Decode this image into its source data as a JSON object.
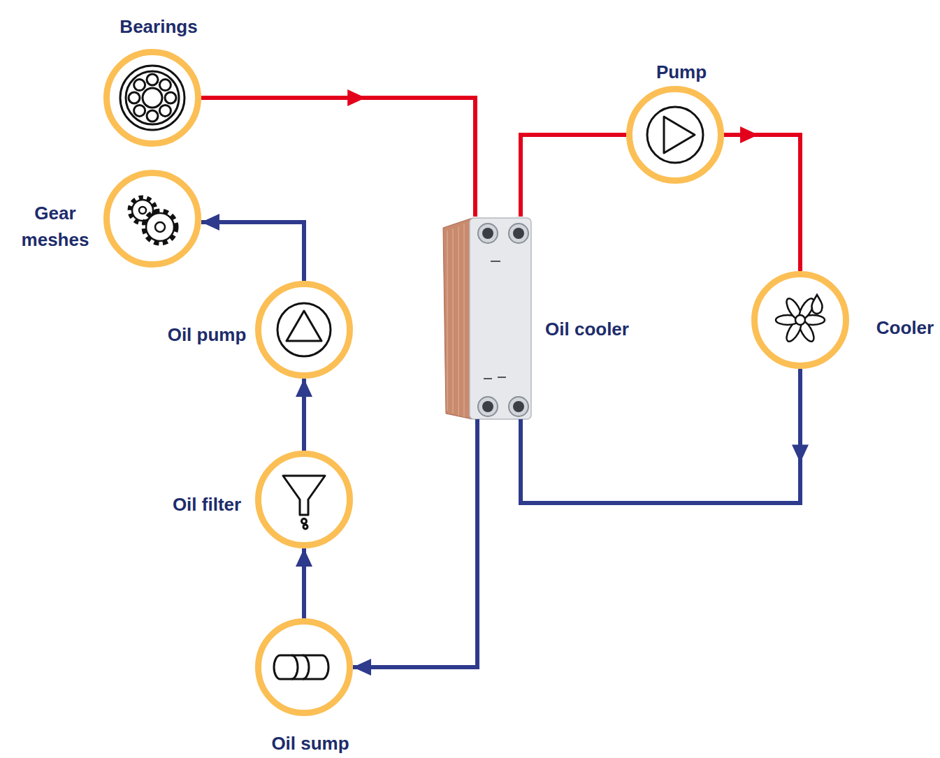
{
  "diagram": {
    "nodes": [
      {
        "text": [
          "Bearings"
        ]
      },
      {
        "text": [
          "Pump"
        ]
      },
      {
        "text": [
          "Gear meshes"
        ]
      },
      {
        "text": [
          "Oil cooler"
        ]
      },
      {
        "text": [
          "Oil pump"
        ]
      },
      {
        "text": [
          "Cooler"
        ]
      },
      {
        "text": [
          "Oil filter"
        ]
      },
      {
        "text": [
          "Oil sump"
        ]
      }
    ],
    "edges": [
      {
        "from": 0,
        "to": 3,
        "arrow": "to"
      },
      {
        "from": 3,
        "to": 1,
        "arrow": "none"
      },
      {
        "from": 1,
        "to": 5,
        "arrow": "to"
      },
      {
        "from": 5,
        "to": 3,
        "arrow": "to"
      },
      {
        "from": 3,
        "to": 7,
        "arrow": "to"
      },
      {
        "from": 7,
        "to": 6,
        "arrow": "to"
      },
      {
        "from": 6,
        "to": 4,
        "arrow": "to"
      },
      {
        "from": 4,
        "to": 2,
        "arrow": "to"
      }
    ]
  }
}
